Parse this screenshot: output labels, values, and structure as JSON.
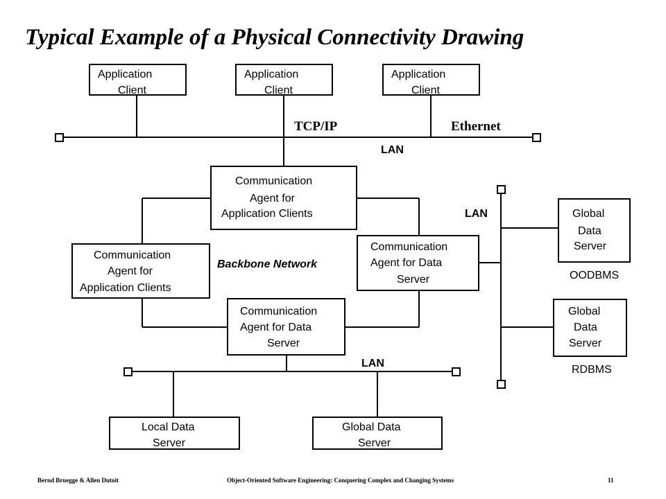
{
  "title": "Typical Example of a Physical Connectivity Drawing",
  "nodes": {
    "app_client_1": [
      "Application",
      "Client"
    ],
    "app_client_2": [
      "Application",
      "Client"
    ],
    "app_client_3": [
      "Application",
      "Client"
    ],
    "comm_agent_app_top": [
      "Communication",
      "Agent for",
      "Application Clients"
    ],
    "comm_agent_app_left": [
      "Communication",
      "Agent for",
      "Application Clients"
    ],
    "comm_agent_data_right": [
      "Communication",
      "Agent for Data",
      "Server"
    ],
    "comm_agent_data_bottom": [
      "Communication",
      "Agent for Data",
      "Server"
    ],
    "global_data_server_oodbms": [
      "Global",
      "Data",
      "Server"
    ],
    "global_data_server_rdbms": [
      "Global",
      "Data",
      "Server"
    ],
    "local_data_server": [
      "Local Data",
      "Server"
    ],
    "global_data_server_bottom": [
      "Global Data",
      "Server"
    ]
  },
  "labels": {
    "tcpip": "TCP/IP",
    "ethernet": "Ethernet",
    "lan_top": "LAN",
    "lan_right": "LAN",
    "lan_bottom": "LAN",
    "backbone": "Backbone Network",
    "oodbms": "OODBMS",
    "rdbms": "RDBMS"
  },
  "footer": {
    "authors": "Bernd Bruegge & Allen Dutoit",
    "book": "Object-Oriented Software Engineering: Conquering Complex and Changing Systems",
    "page": "11"
  }
}
